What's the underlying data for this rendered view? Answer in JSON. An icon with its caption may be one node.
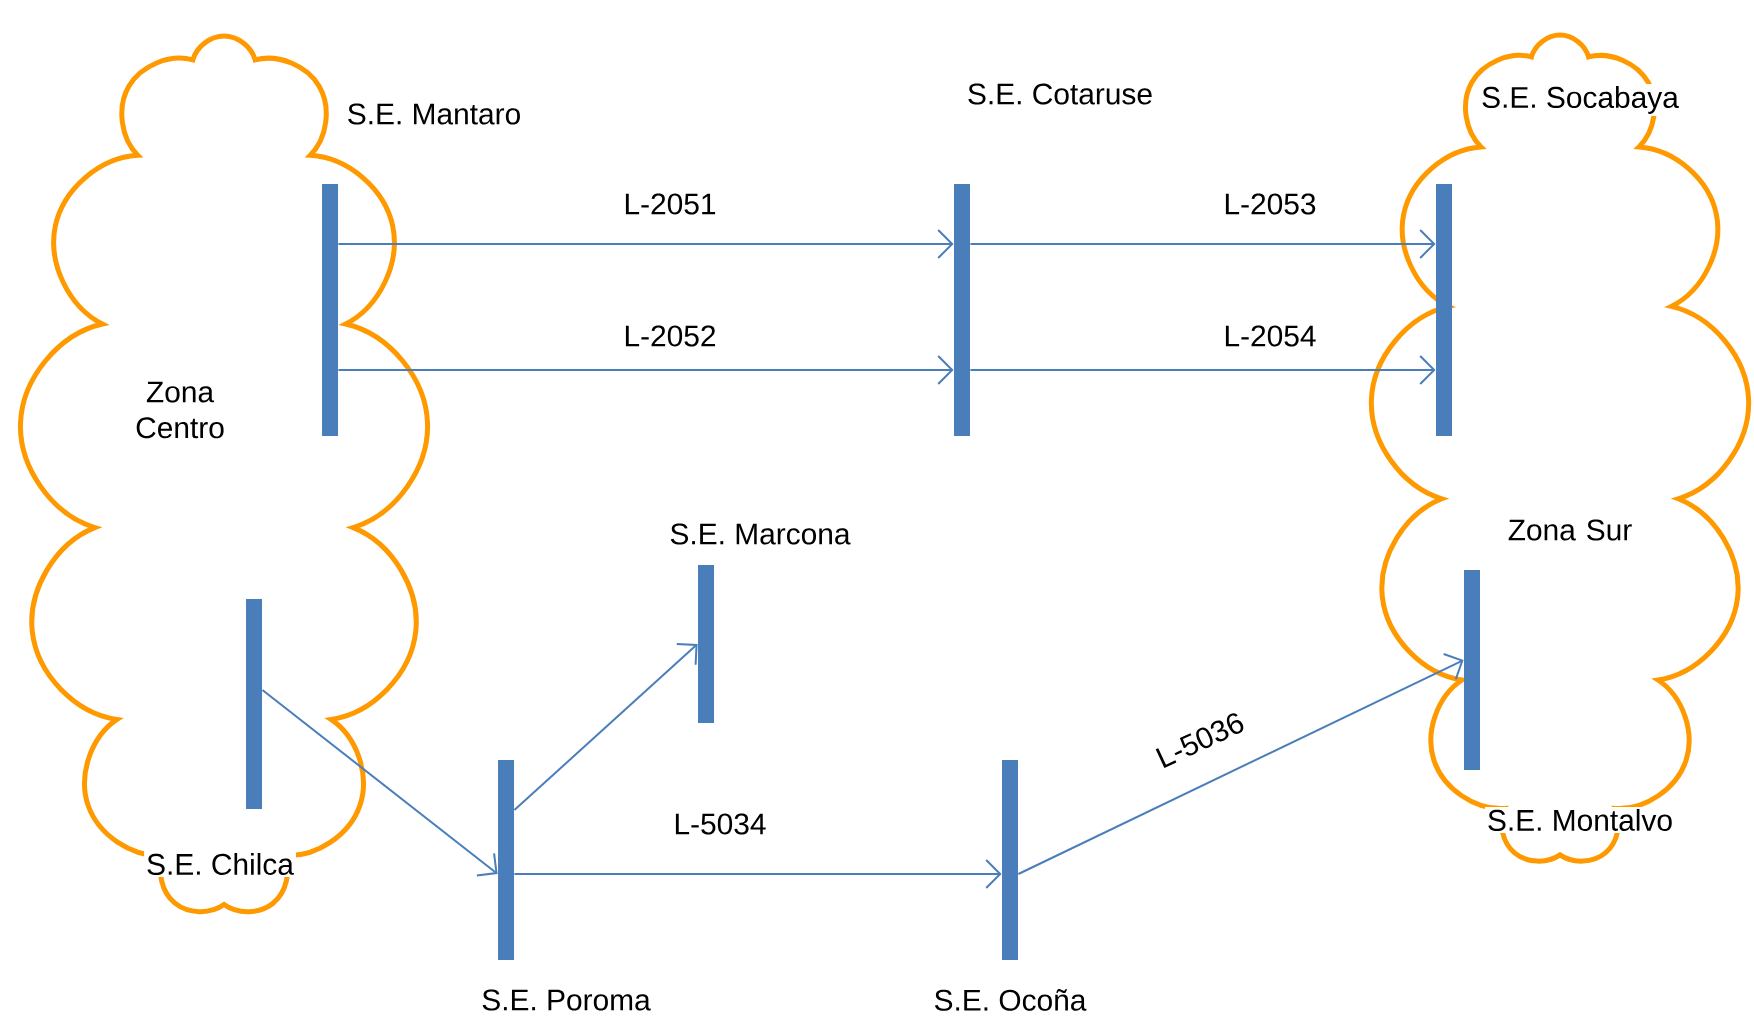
{
  "diagram": {
    "nodes": [
      {
        "text": [
          "Zona Centro"
        ]
      },
      {
        "text": [
          "S.E. Mantaro"
        ],
        "in": 0
      },
      {
        "text": [
          "S.E. Chilca"
        ],
        "in": 0
      },
      {
        "text": [
          "S.E. Cotaruse"
        ]
      },
      {
        "text": [
          "S.E. Marcona"
        ]
      },
      {
        "text": [
          "S.E. Poroma"
        ]
      },
      {
        "text": [
          "S.E. Ocoña"
        ]
      },
      {
        "text": [
          "Zona Sur"
        ]
      },
      {
        "text": [
          "S.E. Socabaya"
        ],
        "in": 7
      },
      {
        "text": [
          "S.E. Montalvo"
        ],
        "in": 7
      }
    ],
    "edges": [
      {
        "from": 1,
        "to": 3,
        "arrow": "to",
        "label": "L-2051"
      },
      {
        "from": 1,
        "to": 3,
        "arrow": "to",
        "label": "L-2052"
      },
      {
        "from": 3,
        "to": 8,
        "arrow": "to",
        "label": "L-2053"
      },
      {
        "from": 3,
        "to": 8,
        "arrow": "to",
        "label": "L-2054"
      },
      {
        "from": 2,
        "to": 5,
        "arrow": "to"
      },
      {
        "from": 5,
        "to": 4,
        "arrow": "to"
      },
      {
        "from": 5,
        "to": 6,
        "arrow": "to",
        "label": "L-5034"
      },
      {
        "from": 6,
        "to": 9,
        "arrow": "to",
        "label": "L-5036"
      }
    ]
  }
}
